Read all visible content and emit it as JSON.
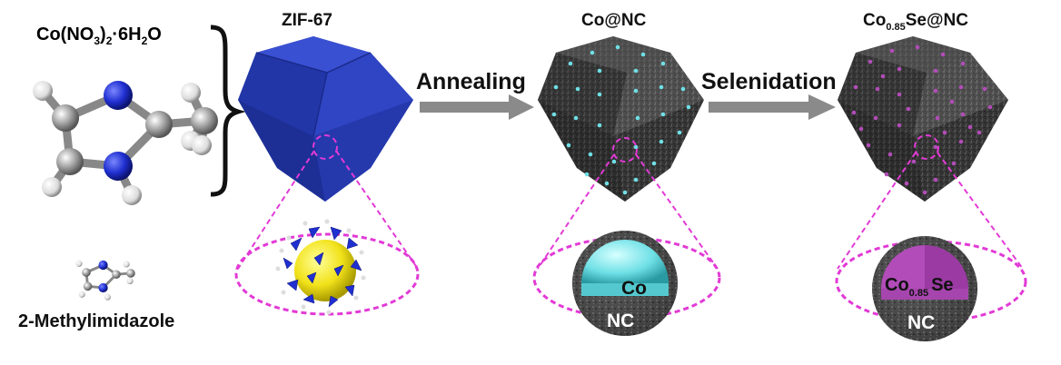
{
  "precursors": {
    "metal_salt": {
      "base": "Co(NO",
      "sub1": "3",
      "mid": ")",
      "sub2": "2",
      "dot": "·6H",
      "sub3": "2",
      "tail": "O"
    },
    "linker": "2-Methylimidazole"
  },
  "stages": [
    {
      "name": "ZIF-67",
      "inner_label": ""
    },
    {
      "name": "Co@NC",
      "inner_label": "Co",
      "shell_label": "NC"
    },
    {
      "name_base": "Co",
      "name_sub": "0.85",
      "name_tail": "Se@NC",
      "inner_base": "Co",
      "inner_sub": "0.85",
      "inner_tail": "Se",
      "shell_label": "NC"
    }
  ],
  "steps": [
    "Annealing",
    "Selenidation"
  ],
  "colors": {
    "zif_blue": "#2b3fb8",
    "dodeca_dark": "#3a3a3a",
    "co_core": "#6fe0e6",
    "coSe_core": "#b24cb8",
    "zif_core": "#f2e21a",
    "dashed": "#e23ad6",
    "arrow": "#8a8a8a",
    "atom_blue": "#1f2fd0",
    "atom_grey": "#8c8c8c",
    "atom_white": "#eeeeee"
  }
}
